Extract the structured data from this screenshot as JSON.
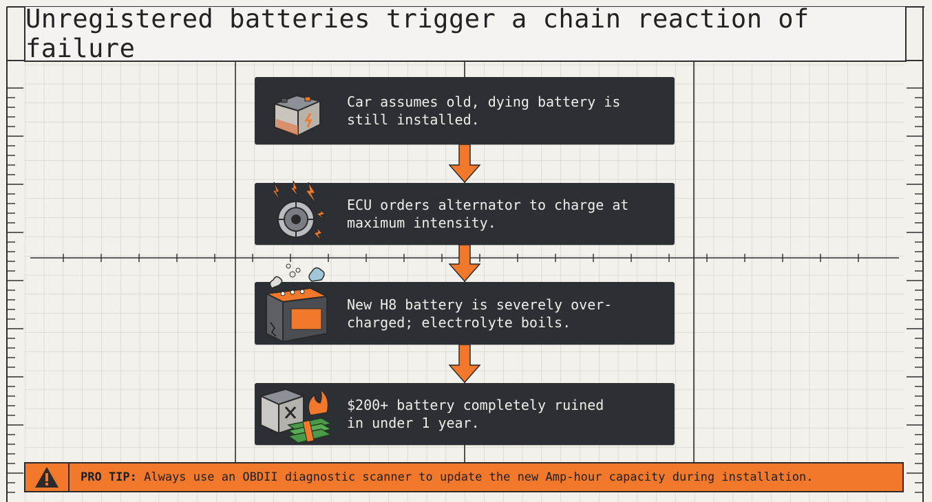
{
  "title": "Unregistered batteries trigger a chain reaction of failure",
  "steps": [
    {
      "icon": "old-battery-icon",
      "text": "Car assumes old, dying battery is\nstill installed."
    },
    {
      "icon": "alternator-icon",
      "text": "ECU orders alternator to charge at\nmaximum intensity."
    },
    {
      "icon": "boiling-battery-icon",
      "text": "New H8 battery is severely over-\ncharged; electrolyte boils."
    },
    {
      "icon": "ruined-battery-money-icon",
      "text": "$200+ battery completely ruined\nin under 1 year."
    }
  ],
  "tip": {
    "label": "PRO TIP:",
    "text": " Always use an OBDII diagnostic scanner to update the new Amp-hour capacity during installation."
  },
  "colors": {
    "accent": "#f2792b",
    "card": "#2c2f33",
    "background": "#f2f1ec"
  }
}
